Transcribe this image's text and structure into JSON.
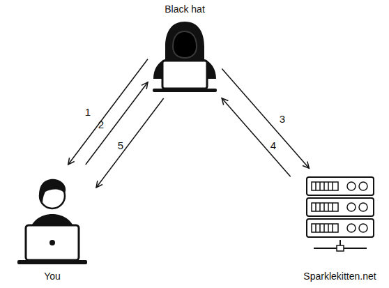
{
  "diagram": {
    "nodes": [
      {
        "text": [
          "Black hat"
        ]
      },
      {
        "text": [
          "You"
        ]
      },
      {
        "text": [
          "Sparklekitten.net"
        ]
      }
    ],
    "edges": [
      {
        "from": 0,
        "to": 1,
        "label": "1",
        "arrow": "to"
      },
      {
        "from": 1,
        "to": 0,
        "label": "2",
        "arrow": "to"
      },
      {
        "from": 0,
        "to": 1,
        "label": "5",
        "arrow": "to"
      },
      {
        "from": 0,
        "to": 2,
        "label": "3",
        "arrow": "to"
      },
      {
        "from": 2,
        "to": 0,
        "label": "4",
        "arrow": "to"
      }
    ]
  }
}
